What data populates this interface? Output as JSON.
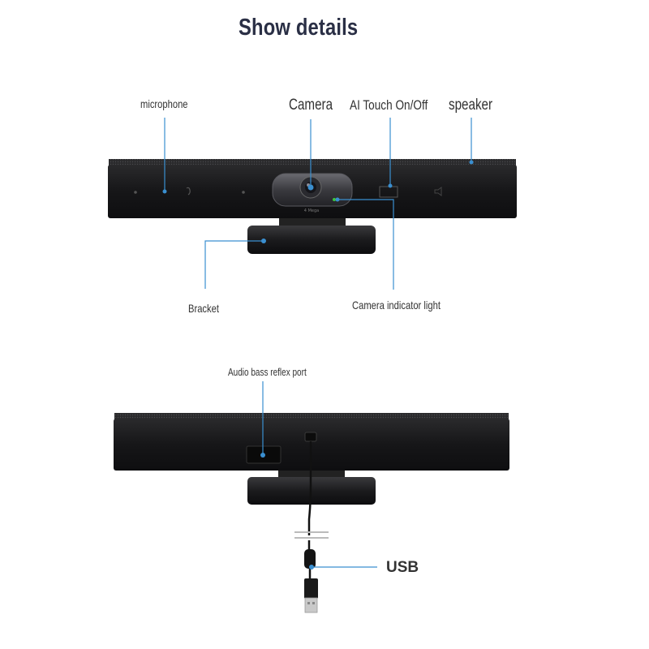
{
  "title": "Show details",
  "labels": {
    "microphone": "microphone",
    "camera": "Camera",
    "ai_touch": "AI Touch On/Off",
    "speaker": "speaker",
    "bracket": "Bracket",
    "camera_indicator_light": "Camera indicator light",
    "audio_bass_reflex_port": "Audio bass reflex port",
    "usb": "USB"
  },
  "colors": {
    "callout": "#3a8fd0",
    "device_body": "#1c1c1e",
    "title": "#2a2f45",
    "indicator_led": "#3ec43e"
  }
}
